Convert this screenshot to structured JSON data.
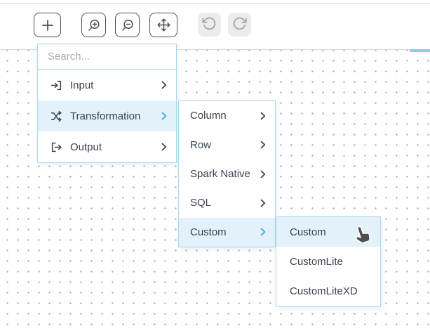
{
  "toolbar": {
    "buttons": [
      {
        "name": "add",
        "icon": "plus-icon"
      },
      {
        "name": "zoom-in",
        "icon": "zoom-in-icon"
      },
      {
        "name": "zoom-out",
        "icon": "zoom-out-icon"
      },
      {
        "name": "pan",
        "icon": "move-icon"
      },
      {
        "name": "undo",
        "icon": "undo-icon",
        "disabled": true
      },
      {
        "name": "redo",
        "icon": "redo-icon",
        "disabled": true
      }
    ]
  },
  "search": {
    "placeholder": "Search..."
  },
  "menus": {
    "root_menu": {
      "items": [
        {
          "label": "Input",
          "icon": "input-icon",
          "has_submenu": true,
          "highlighted": false
        },
        {
          "label": "Transformation",
          "icon": "shuffle-icon",
          "has_submenu": true,
          "highlighted": true
        },
        {
          "label": "Output",
          "icon": "output-icon",
          "has_submenu": true,
          "highlighted": false
        }
      ]
    },
    "transformation_submenu": {
      "items": [
        {
          "label": "Column",
          "has_submenu": true,
          "highlighted": false
        },
        {
          "label": "Row",
          "has_submenu": true,
          "highlighted": false
        },
        {
          "label": "Spark Native",
          "has_submenu": true,
          "highlighted": false
        },
        {
          "label": "SQL",
          "has_submenu": true,
          "highlighted": false
        },
        {
          "label": "Custom",
          "has_submenu": true,
          "highlighted": true
        }
      ]
    },
    "custom_submenu": {
      "items": [
        {
          "label": "Custom",
          "highlighted": true
        },
        {
          "label": "CustomLite",
          "highlighted": false
        },
        {
          "label": "CustomLiteXD",
          "highlighted": false
        }
      ]
    }
  },
  "colors": {
    "accent_blue": "#2ba9e1",
    "highlight_bg": "#e3f1fa",
    "menu_border": "#abd8ee",
    "text": "#3a4350",
    "placeholder": "#a7abb2",
    "toolbar_icon": "#4e4e4e",
    "disabled_icon": "#a2a2a2",
    "scroll_indicator": "#8bcde7"
  }
}
